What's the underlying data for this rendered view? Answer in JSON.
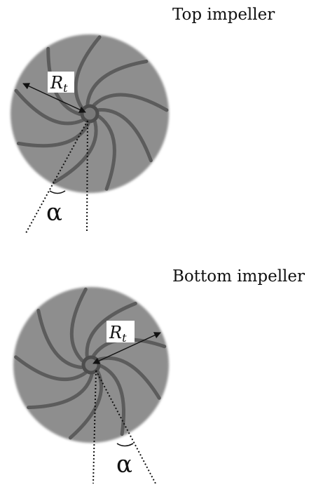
{
  "top": {
    "caption": "Top impeller",
    "radius_label": "R",
    "radius_sub": "t",
    "angle_label": "α"
  },
  "bottom": {
    "caption": "Bottom impeller",
    "radius_label": "R",
    "radius_sub": "t",
    "angle_label": "α"
  },
  "colors": {
    "disc": "#8e8e8e",
    "blade": "#5c5c5c",
    "hub": "#4d4d4d",
    "line": "#111111"
  }
}
